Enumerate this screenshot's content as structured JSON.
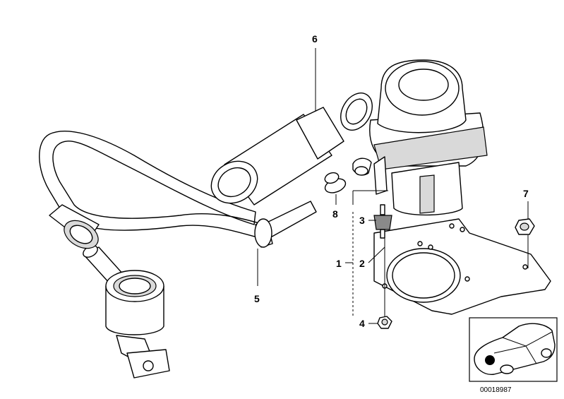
{
  "callouts": {
    "c1": "1",
    "c2": "2",
    "c3": "3",
    "c4": "4",
    "c5": "5",
    "c6": "6",
    "c7": "7",
    "c8": "8"
  },
  "inset": {
    "reference_number": "00018987"
  }
}
